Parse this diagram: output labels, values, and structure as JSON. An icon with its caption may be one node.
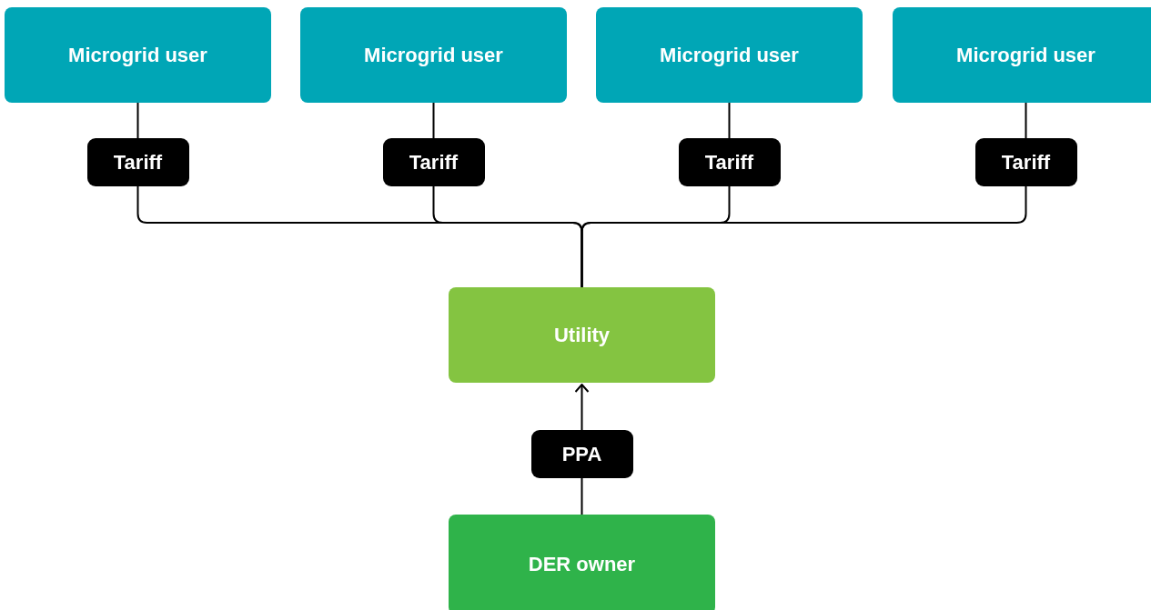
{
  "diagram": {
    "nodes": [
      {
        "text": [
          "Microgrid user"
        ]
      },
      {
        "text": [
          "Microgrid user"
        ]
      },
      {
        "text": [
          "Microgrid user"
        ]
      },
      {
        "text": [
          "Microgrid user"
        ]
      },
      {
        "text": [
          "Utility"
        ]
      },
      {
        "text": [
          "DER owner"
        ]
      }
    ],
    "edges": [
      {
        "from": 0,
        "to": 4,
        "arrow": "none",
        "label": "Tariff"
      },
      {
        "from": 1,
        "to": 4,
        "arrow": "none",
        "label": "Tariff"
      },
      {
        "from": 2,
        "to": 4,
        "arrow": "none",
        "label": "Tariff"
      },
      {
        "from": 3,
        "to": 4,
        "arrow": "none",
        "label": "Tariff"
      },
      {
        "from": 5,
        "to": 4,
        "arrow": "to",
        "label": "PPA"
      }
    ]
  }
}
